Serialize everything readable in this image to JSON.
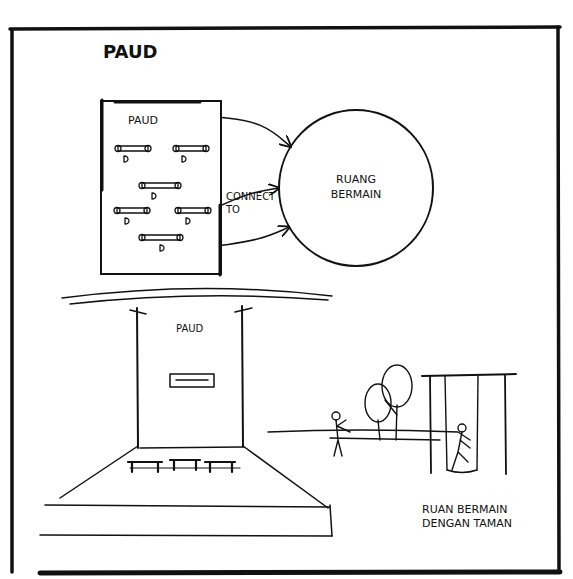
{
  "diagram": {
    "title": "PAUD",
    "nodes": [
      {
        "text": [
          "PAUD"
        ]
      },
      {
        "text": [
          "RUANG BERMAIN"
        ]
      }
    ],
    "edges": [
      {
        "from": 0,
        "to": 1,
        "arrow": "to"
      },
      {
        "from": 0,
        "to": 1,
        "label": "CONNECT TO",
        "arrow": "to"
      },
      {
        "from": 0,
        "to": 1,
        "arrow": "to"
      }
    ],
    "labels": [
      "PAUD",
      "RUAN BERMAIN DENGAN TAMAN"
    ]
  }
}
